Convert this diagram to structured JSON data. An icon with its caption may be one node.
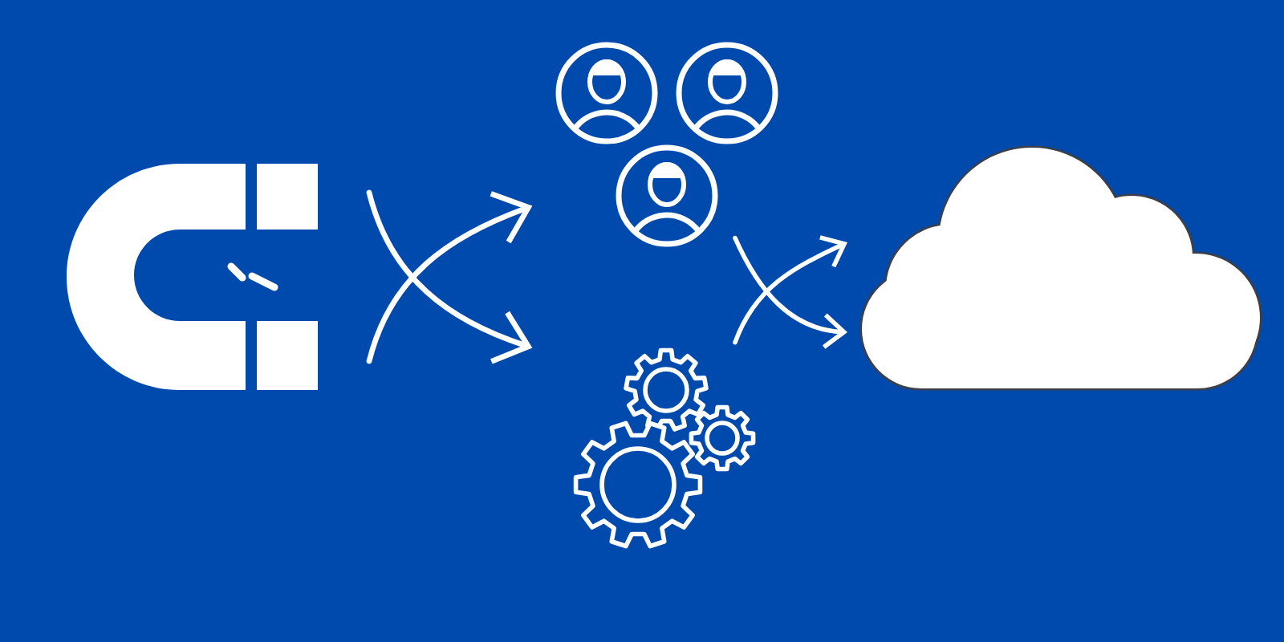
{
  "diagram": {
    "nodes": [
      {
        "text": [],
        "shape": "picture"
      },
      {
        "text": [],
        "shape": "person"
      },
      {
        "text": [],
        "shape": "picture"
      },
      {
        "text": [],
        "shape": "cloud"
      }
    ],
    "edges": [
      {
        "from": 0,
        "to": 1,
        "arrow": "to"
      },
      {
        "from": 0,
        "to": 2,
        "arrow": "to"
      },
      {
        "from": 1,
        "to": 3,
        "arrow": "to"
      },
      {
        "from": 2,
        "to": 3,
        "arrow": "to"
      }
    ]
  }
}
